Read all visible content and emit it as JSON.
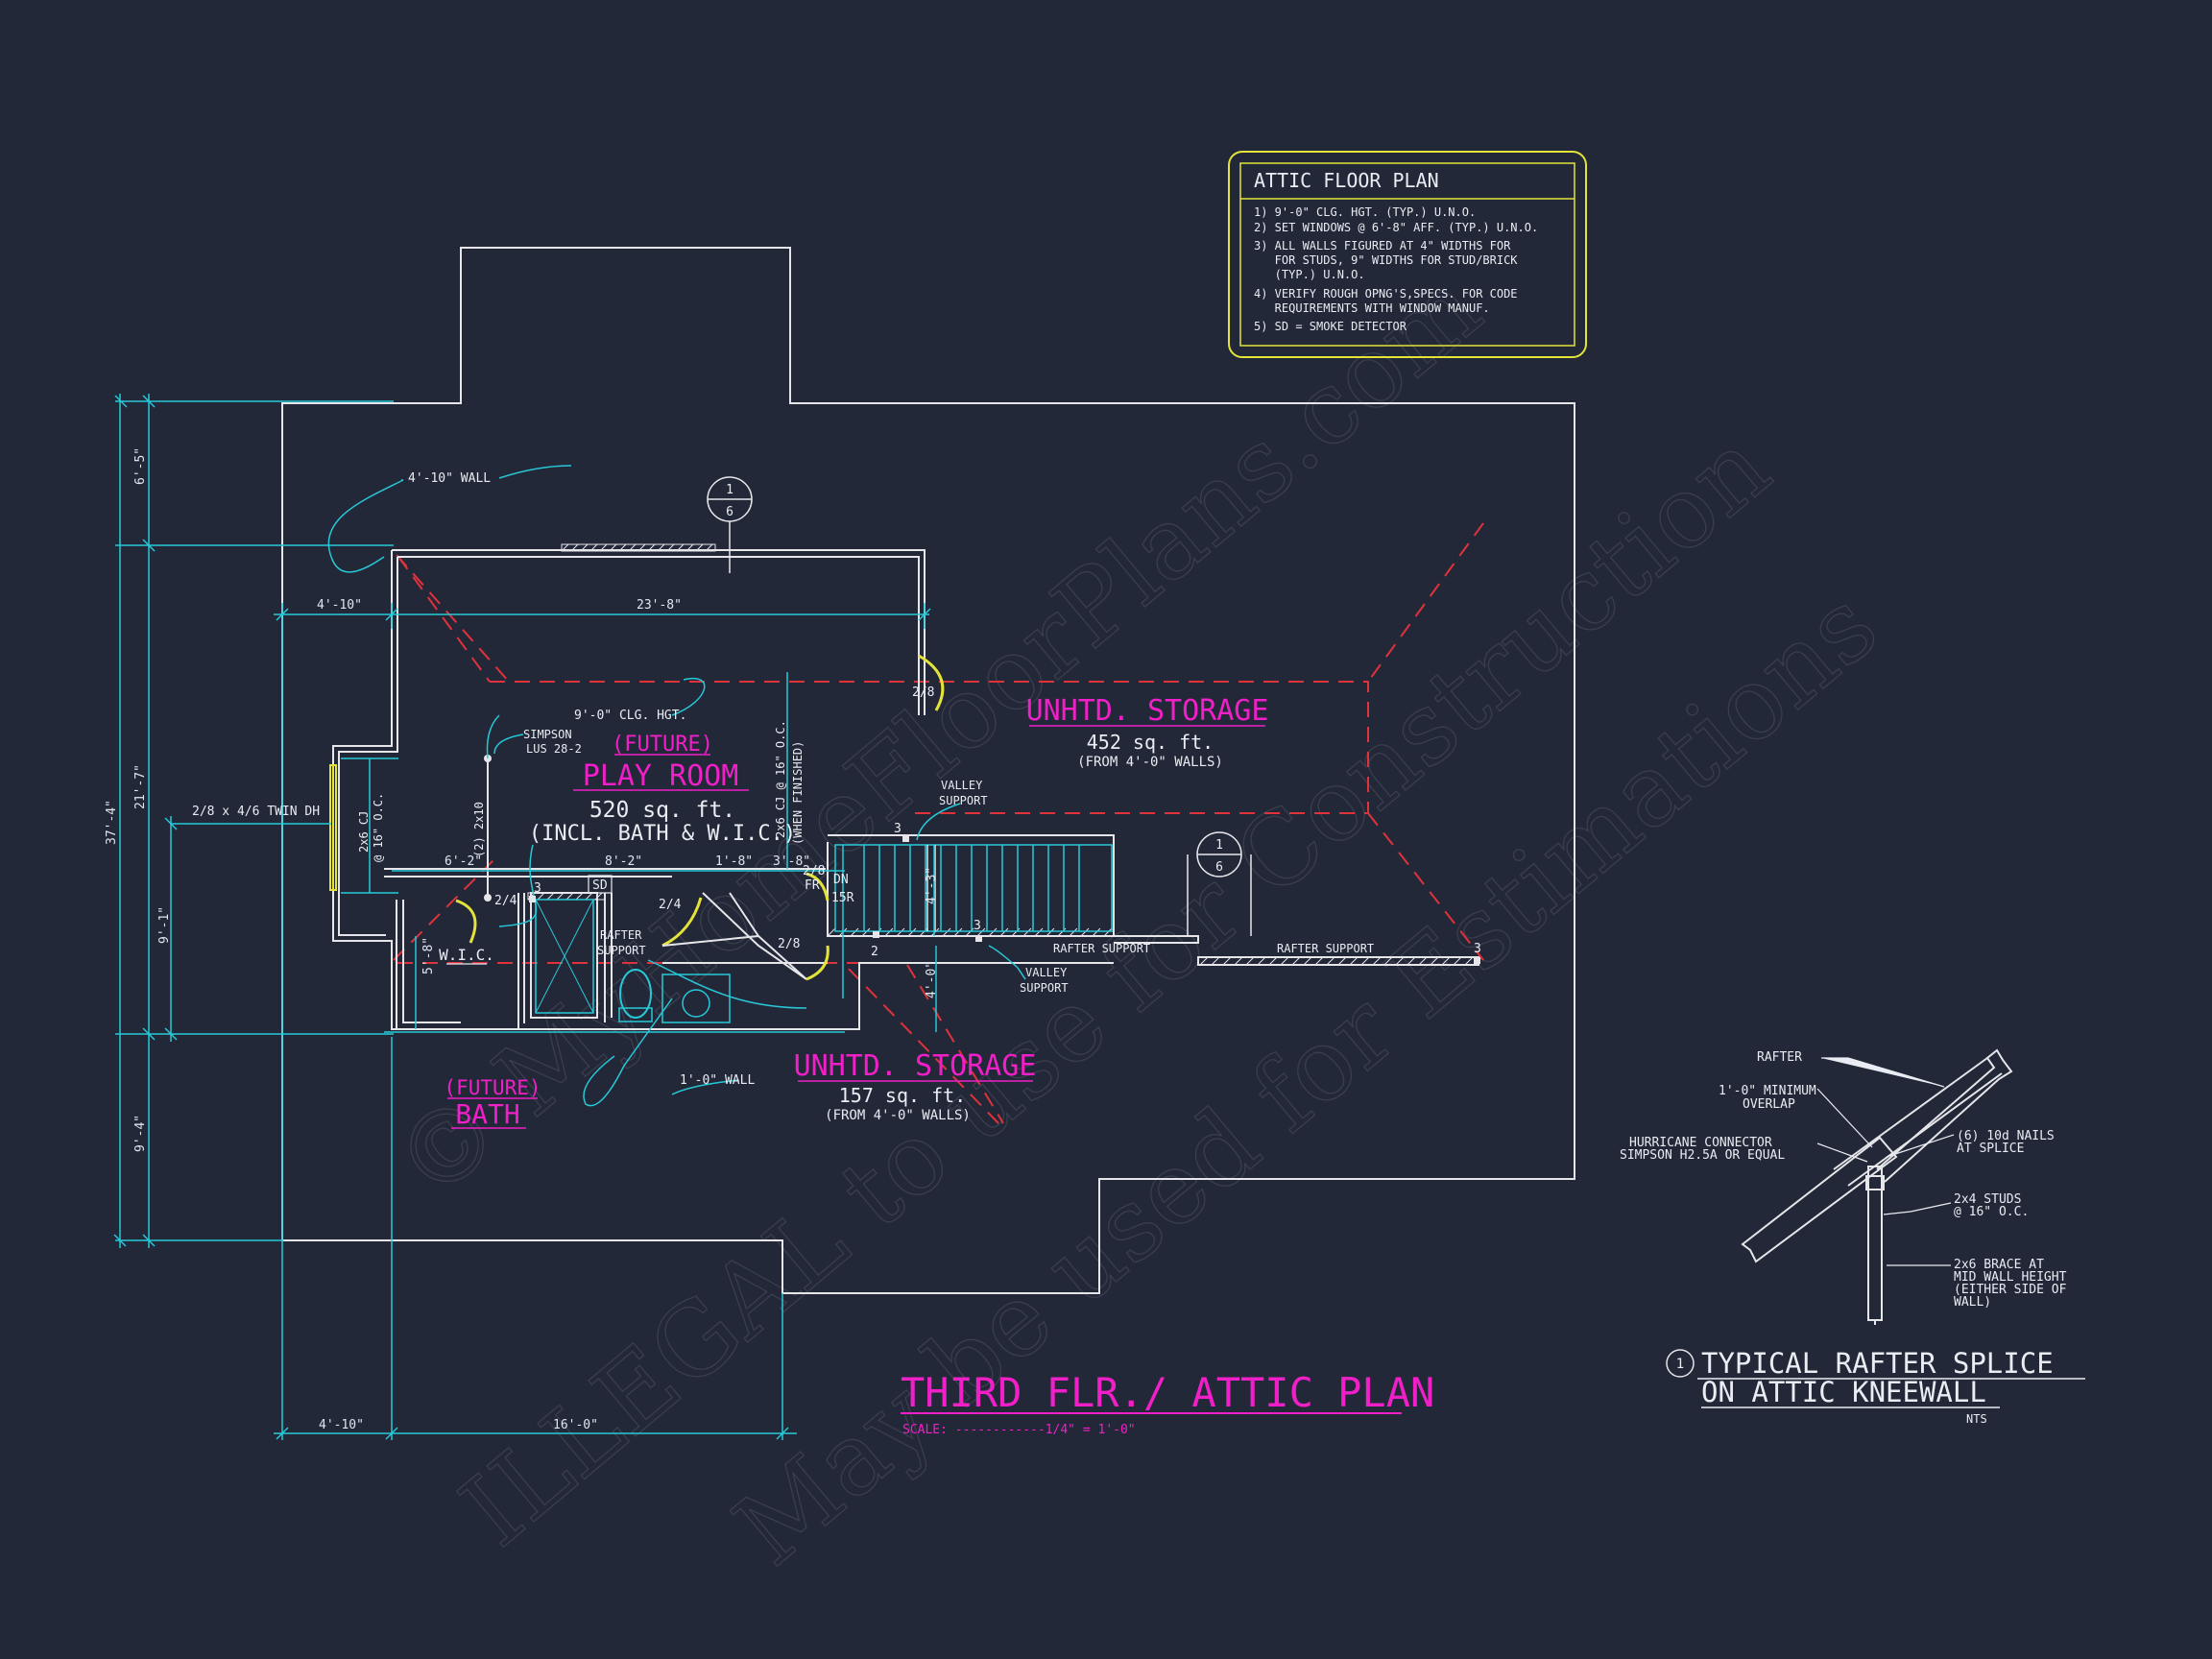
{
  "notes": {
    "title": "ATTIC FLOOR PLAN",
    "lines": [
      "1) 9'-0\" CLG. HGT. (TYP.) U.N.O.",
      "2) SET WINDOWS @ 6'-8\" AFF. (TYP.) U.N.O.",
      "3) ALL WALLS FIGURED AT 4\" WIDTHS FOR",
      "   FOR STUDS, 9\" WIDTHS FOR STUD/BRICK",
      "   (TYP.) U.N.O.",
      "4) VERIFY ROUGH OPNG'S,SPECS. FOR CODE",
      "   REQUIREMENTS WITH WINDOW MANUF.",
      "5) SD = SMOKE DETECTOR"
    ]
  },
  "rooms": {
    "play_future": "(FUTURE)",
    "play_name": "PLAY ROOM",
    "play_area": "520 sq. ft.",
    "play_incl": "(INCL. BATH & W.I.C.)",
    "storage1_name": "UNHTD. STORAGE",
    "storage1_area": "452 sq. ft.",
    "storage1_note": "(FROM 4'-0\" WALLS)",
    "storage2_name": "UNHTD. STORAGE",
    "storage2_area": "157 sq. ft.",
    "storage2_note": "(FROM 4'-0\" WALLS)",
    "bath_future": "(FUTURE)",
    "bath_name": "BATH",
    "wic": "W.I.C."
  },
  "labels": {
    "wall_4_10": "4'-10\" WALL",
    "wall_1_0": "1'-0\" WALL",
    "clg_hgt": "9'-0\" CLG. HGT.",
    "simpson": "SIMPSON",
    "lus": "LUS 28-2",
    "twin_dh": "2/8 x 4/6 TWIN DH",
    "cj_left_1": "2x6 CJ",
    "cj_left_2": "@ 16\" O.C.",
    "beam": "(2) 2x10",
    "cj_center_1": "2x6 CJ @ 16\" O.C.",
    "cj_center_2": "(WHEN FINISHED)",
    "valley1_a": "VALLEY",
    "valley1_b": "SUPPORT",
    "valley2_a": "VALLEY",
    "valley2_b": "SUPPORT",
    "rafter_sup_a": "RAFTER",
    "rafter_sup_b": "SUPPORT",
    "rafter_support_1": "RAFTER SUPPORT",
    "rafter_support_2": "RAFTER SUPPORT",
    "sd": "SD",
    "door_2_8_top": "2/8",
    "door_2_8_stair": "2/8",
    "door_fr": "FR",
    "door_2_4_left": "2/4",
    "door_2_4_mid": "2/4",
    "door_2_8_low": "2/8",
    "stair_dn": "DN",
    "stair_15r": "15R",
    "num_3a": "3",
    "num_3b": "3",
    "num_3c": "3",
    "num_3d": "3",
    "num_2": "2",
    "sec_top": "1",
    "sec_bot": "6",
    "sec2_top": "1",
    "sec2_bot": "6"
  },
  "dimensions": {
    "d_6_5": "6'-5\"",
    "d_21_7": "21'-7\"",
    "d_37_4": "37'-4\"",
    "d_9_1": "9'-1\"",
    "d_9_4": "9'-4\"",
    "d_4_10_top": "4'-10\"",
    "d_23_8": "23'-8\"",
    "d_6_2": "6'-2\"",
    "d_8_2": "8'-2\"",
    "d_1_8": "1'-8\"",
    "d_3_8": "3'-8\"",
    "d_4_3": "4'-3\"",
    "d_4_0": "4'-0\"",
    "d_5_8": "5'-8\"",
    "d_4_10_bot": "4'-10\"",
    "d_16_0": "16'-0\""
  },
  "title_block": {
    "title": "THIRD FLR./ ATTIC PLAN",
    "scale": "SCALE: ------------1/4\" = 1'-0\""
  },
  "detail": {
    "number": "1",
    "title_line1": "TYPICAL RAFTER SPLICE",
    "title_line2": "ON ATTIC KNEEWALL",
    "nts": "NTS",
    "rafter": "RAFTER",
    "overlap_1": "1'-0\" MINIMUM",
    "overlap_2": "OVERLAP",
    "hurricane_1": "HURRICANE CONNECTOR",
    "hurricane_2": "SIMPSON H2.5A OR EQUAL",
    "nails_1": "(6) 10d NAILS",
    "nails_2": "AT SPLICE",
    "studs_1": "2x4 STUDS",
    "studs_2": "@ 16\" O.C.",
    "brace_1": "2x6 BRACE AT",
    "brace_2": "MID WALL HEIGHT",
    "brace_3": "(EITHER SIDE OF",
    "brace_4": "WALL)"
  },
  "watermark": {
    "line1": "© MyHomeFloorPlans.com",
    "line2": "ILLEGAL to use for Construction",
    "line3": "May be used for Estimations"
  },
  "colors": {
    "background": "#232838",
    "walls": "#e6e6ea",
    "dimensions": "#27c9d8",
    "room_labels": "#f01fc8",
    "hidden_lines": "#e0323b",
    "notes_border": "#e3e33a"
  }
}
